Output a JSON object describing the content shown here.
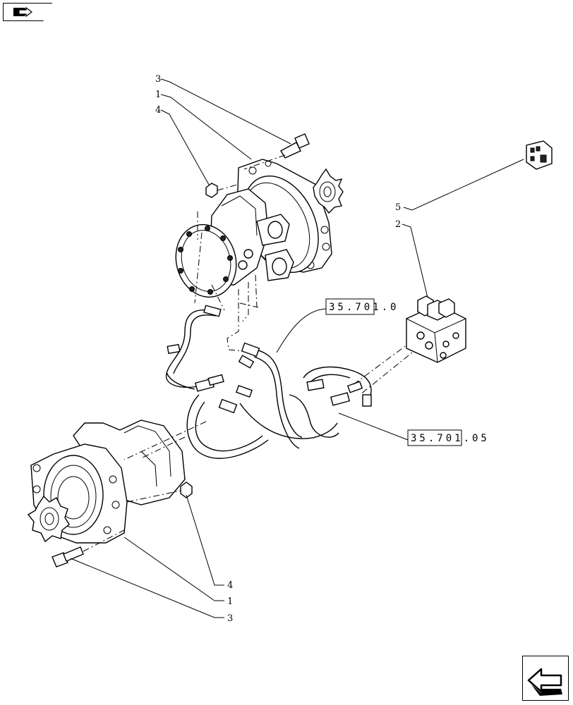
{
  "nav": {
    "top_icon": "book-arrow-icon",
    "bottom_icon": "return-arrow-icon"
  },
  "callouts": {
    "top_3": "3",
    "top_1": "1",
    "top_4": "4",
    "valve_5": "5",
    "valve_2": "2",
    "bottom_4": "4",
    "bottom_1": "1",
    "bottom_3": "3"
  },
  "references": {
    "ref_a": "35.701.0",
    "ref_b": "35.701.05"
  }
}
